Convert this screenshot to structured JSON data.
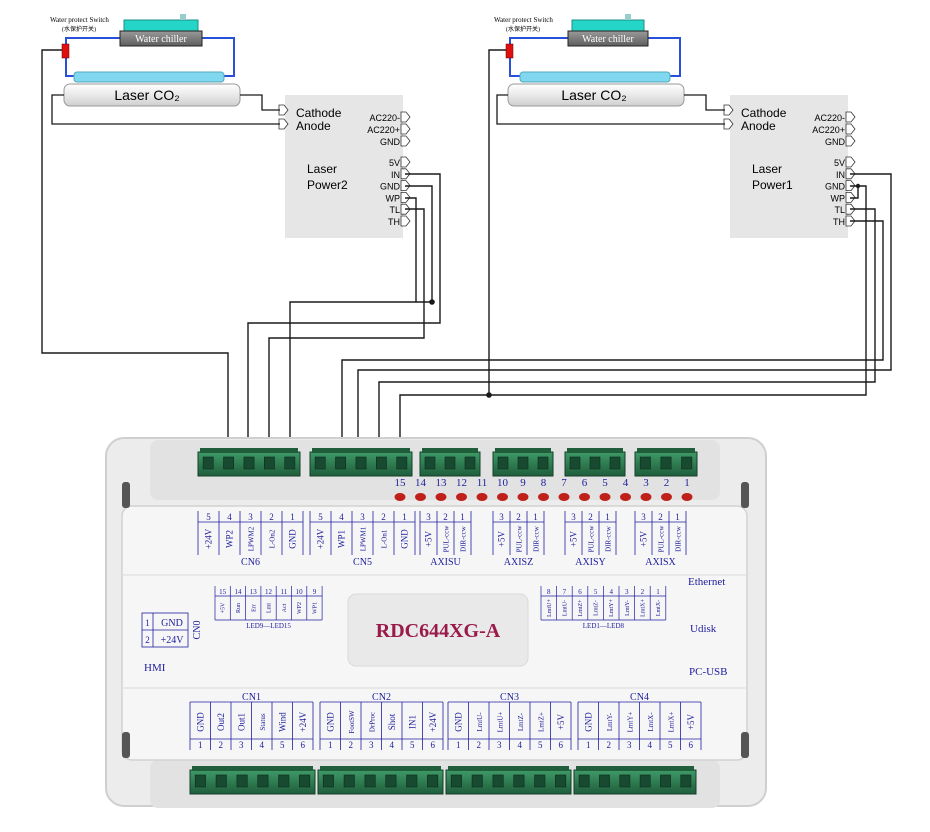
{
  "left_unit": {
    "switch_label": "Water protect Switch",
    "switch_label_cn": "(水保护开关)",
    "chiller_label": "Water chiller",
    "tube_label": "Laser CO₂",
    "psu": {
      "cathode": "Cathode",
      "anode": "Anode",
      "title_line1": "Laser",
      "title_line2": "Power2",
      "ac_pins": [
        "AC220-",
        "AC220+",
        "GND"
      ],
      "signal_pins": [
        "5V",
        "IN",
        "GND",
        "WP",
        "TL",
        "TH"
      ]
    }
  },
  "right_unit": {
    "switch_label": "Water protect Switch",
    "switch_label_cn": "(水保护开关)",
    "chiller_label": "Water chiller",
    "tube_label": "Laser CO₂",
    "psu": {
      "cathode": "Cathode",
      "anode": "Anode",
      "title_line1": "Laser",
      "title_line2": "Power1",
      "ac_pins": [
        "AC220-",
        "AC220+",
        "GND"
      ],
      "signal_pins": [
        "5V",
        "IN",
        "GND",
        "WP",
        "TL",
        "TH"
      ]
    }
  },
  "board": {
    "model": "RDC644XG-A",
    "led_numbers": [
      "15",
      "14",
      "13",
      "12",
      "11",
      "10",
      "9",
      "8",
      "7",
      "6",
      "5",
      "4",
      "3",
      "2",
      "1"
    ],
    "cn6": {
      "label": "CN6",
      "nums": [
        "5",
        "4",
        "3",
        "2",
        "1"
      ],
      "pins": [
        "+24V",
        "WP2",
        "LPWM2",
        "L-On2",
        "GND"
      ]
    },
    "cn5": {
      "label": "CN5",
      "nums": [
        "5",
        "4",
        "3",
        "2",
        "1"
      ],
      "pins": [
        "+24V",
        "WP1",
        "LPWM1",
        "L-On1",
        "GND"
      ]
    },
    "axisu": {
      "label": "AXISU",
      "nums": [
        "3",
        "2",
        "1"
      ],
      "pins": [
        "+5V",
        "PUL-ccw",
        "DIR-ccw"
      ]
    },
    "axisz": {
      "label": "AXISZ",
      "nums": [
        "3",
        "2",
        "1"
      ],
      "pins": [
        "+5V",
        "PUL-ccw",
        "DIR-ccw"
      ]
    },
    "axisy": {
      "label": "AXISY",
      "nums": [
        "3",
        "2",
        "1"
      ],
      "pins": [
        "+5V",
        "PUL-ccw",
        "DIR-ccw"
      ]
    },
    "axisx": {
      "label": "AXISX",
      "nums": [
        "3",
        "2",
        "1"
      ],
      "pins": [
        "+5V",
        "PUL-ccw",
        "DIR-ccw"
      ]
    },
    "led_left": {
      "label": "LED9—LED15",
      "nums": [
        "15",
        "14",
        "13",
        "12",
        "11",
        "10",
        "9"
      ],
      "pins": [
        "+5V",
        "Run",
        "Err",
        "Lmt",
        "Act",
        "WP2",
        "WP1"
      ]
    },
    "led_right": {
      "label": "LED1—LED8",
      "nums": [
        "8",
        "7",
        "6",
        "5",
        "4",
        "3",
        "2",
        "1"
      ],
      "pins": [
        "LmtU+",
        "LmtU-",
        "LmtZ+",
        "LmtZ-",
        "LmtY+",
        "LmtY-",
        "LmtX+",
        "LmtX-"
      ]
    },
    "cn0": {
      "label": "CN0",
      "nums": [
        "1",
        "2"
      ],
      "pins": [
        "GND",
        "+24V"
      ]
    },
    "cn1": {
      "label": "CN1",
      "nums": [
        "1",
        "2",
        "3",
        "4",
        "5",
        "6"
      ],
      "pins": [
        "GND",
        "Out2",
        "Out1",
        "Status",
        "Wind",
        "+24V"
      ]
    },
    "cn2": {
      "label": "CN2",
      "nums": [
        "1",
        "2",
        "3",
        "4",
        "5",
        "6"
      ],
      "pins": [
        "GND",
        "FootSW",
        "DrProc",
        "Shot",
        "IN1",
        "+24V"
      ]
    },
    "cn3": {
      "label": "CN3",
      "nums": [
        "1",
        "2",
        "3",
        "4",
        "5",
        "6"
      ],
      "pins": [
        "GND",
        "LmtU-",
        "LmtU+",
        "LmtZ-",
        "LmtZ+",
        "+5V"
      ]
    },
    "cn4": {
      "label": "CN4",
      "nums": [
        "1",
        "2",
        "3",
        "4",
        "5",
        "6"
      ],
      "pins": [
        "GND",
        "LmtY-",
        "LmtY+",
        "LmtX-",
        "LmtX+",
        "+5V"
      ]
    },
    "labels": {
      "hmi": "HMI",
      "ethernet": "Ethernet",
      "udisk": "Udisk",
      "pcusb": "PC-USB"
    }
  },
  "colors": {
    "wire": "#1a1a1a",
    "water": "#2850d8",
    "chiller": "#3a3a3a",
    "tube": "#7fd8f0",
    "psu_box": "#e6e6e6",
    "board": "#e8e8e8",
    "pin_blue": "#2020a0",
    "model_red": "#9a1a4a",
    "connector": "#2e7d52",
    "led": "#c0201a",
    "switch_red": "#e01010"
  }
}
